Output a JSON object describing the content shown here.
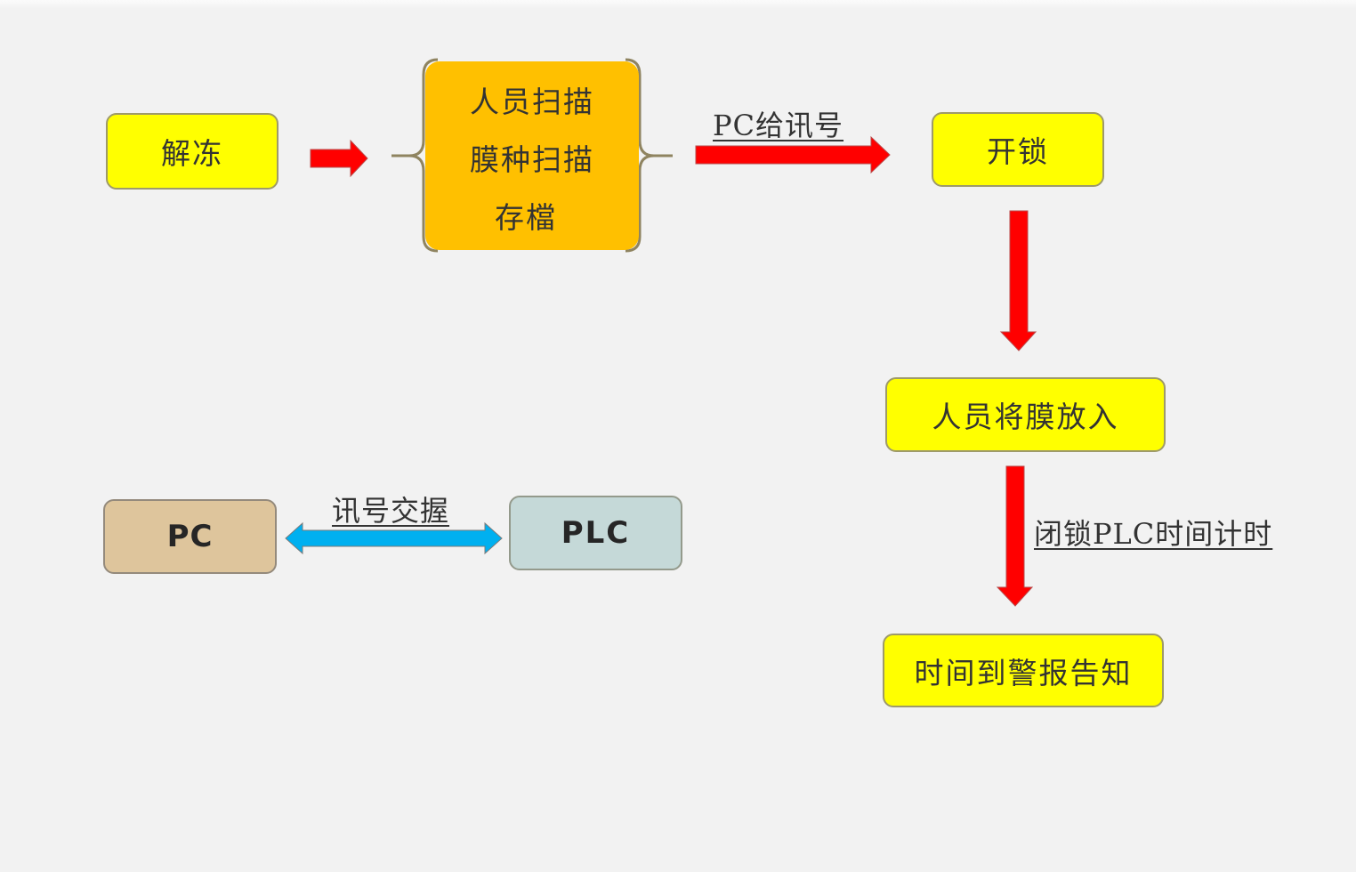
{
  "flow": {
    "thaw": "解冻",
    "scan_group": {
      "line1": "人员扫描",
      "line2": "膜种扫描",
      "line3": "存檔"
    },
    "pc_signal": "PC给讯号",
    "unlock": "开锁",
    "place_film": "人员将膜放入",
    "lock_timer": "闭锁PLC时间计时",
    "alarm": "时间到警报告知"
  },
  "legend": {
    "pc": "PC",
    "plc": "PLC",
    "handshake": "讯号交握"
  },
  "colors": {
    "background": "#f2f2f2",
    "step_fill": "#ffff00",
    "scan_fill": "#ffc000",
    "arrow_red": "#ff0000",
    "arrow_blue": "#00b0f0",
    "pc_fill": "#dec59c",
    "plc_fill": "#c5d9d8"
  }
}
